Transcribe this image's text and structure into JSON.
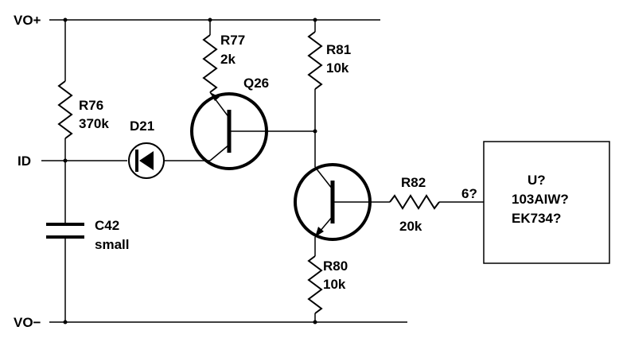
{
  "nets": {
    "vo_plus": "VO+",
    "id": "ID",
    "vo_minus": "VO−"
  },
  "components": {
    "r76": {
      "ref": "R76",
      "value": "370k"
    },
    "r77": {
      "ref": "R77",
      "value": "2k"
    },
    "r81": {
      "ref": "R81",
      "value": "10k"
    },
    "r80": {
      "ref": "R80",
      "value": "10k"
    },
    "r82": {
      "ref": "R82",
      "value": "20k"
    },
    "d21": {
      "ref": "D21"
    },
    "q26": {
      "ref": "Q26"
    },
    "c42": {
      "ref": "C42",
      "value": "small"
    },
    "u": {
      "ref": "U?",
      "part1": "103AIW?",
      "part2": "EK734?",
      "pin": "6?"
    }
  },
  "colors": {
    "ink": "#000000",
    "background": "#ffffff"
  }
}
